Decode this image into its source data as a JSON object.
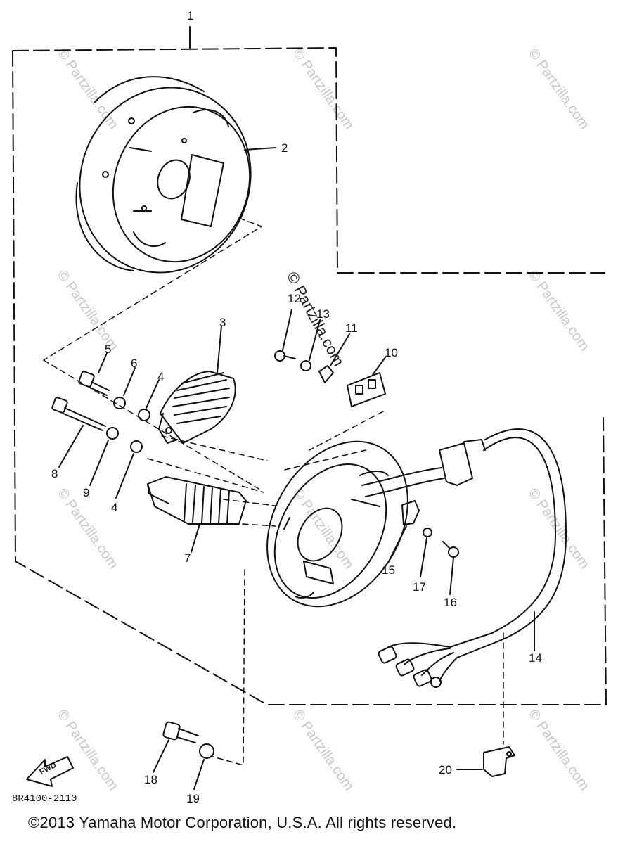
{
  "diagram": {
    "part_labels": [
      "1",
      "2",
      "3",
      "4",
      "4",
      "5",
      "6",
      "7",
      "8",
      "9",
      "10",
      "11",
      "12",
      "13",
      "14",
      "15",
      "16",
      "17",
      "18",
      "19",
      "20"
    ],
    "diagram_code": "8R4100-2110",
    "fwd_arrow_text": "FWD",
    "copyright": "©2013 Yamaha Motor Corporation, U.S.A. All rights reserved.",
    "watermark": "© Partzilla.com",
    "watermark_center": "© Partzilla.com"
  }
}
